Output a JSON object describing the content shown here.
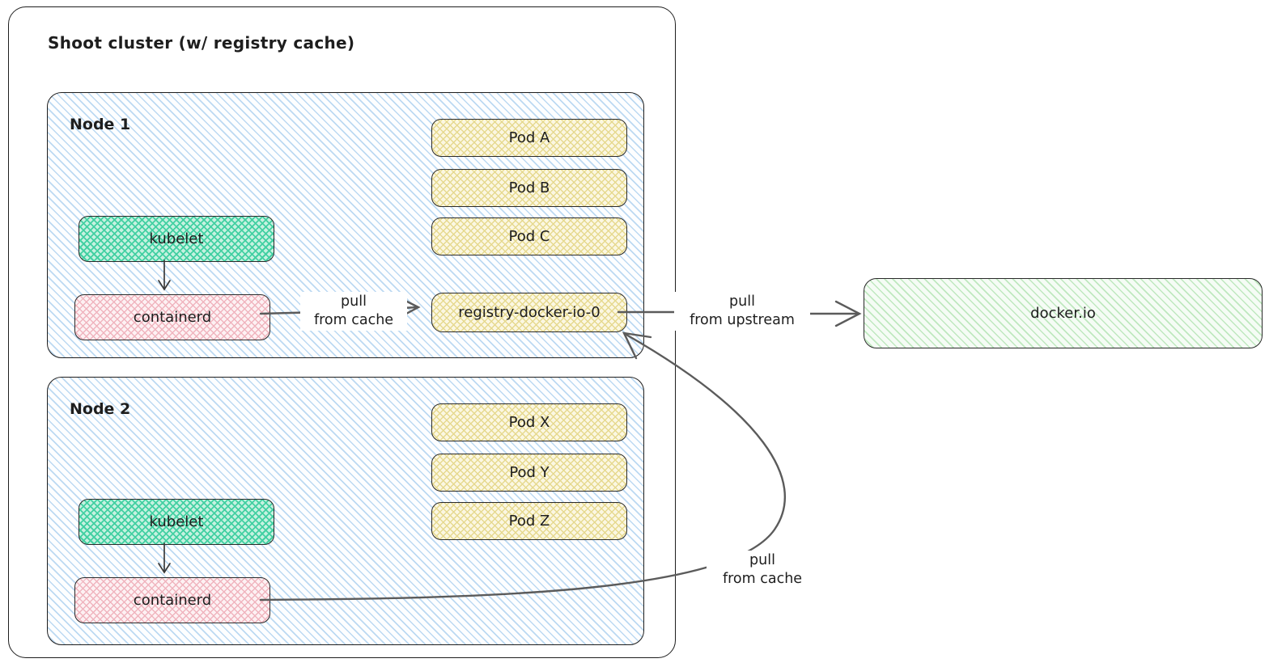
{
  "diagram": {
    "title": "Shoot cluster (w/ registry cache)",
    "nodes": [
      {
        "label": "Node 1",
        "components": {
          "kubelet": "kubelet",
          "containerd": "containerd"
        },
        "pods": [
          "Pod A",
          "Pod B",
          "Pod C"
        ]
      },
      {
        "label": "Node 2",
        "components": {
          "kubelet": "kubelet",
          "containerd": "containerd"
        },
        "pods": [
          "Pod X",
          "Pod Y",
          "Pod Z"
        ]
      }
    ],
    "registry": {
      "label": "registry-docker-io-0"
    },
    "upstream": {
      "label": "docker.io"
    },
    "edge_labels": {
      "cache1": {
        "line1": "pull",
        "line2": "from cache"
      },
      "upstream": {
        "line1": "pull",
        "line2": "from upstream"
      },
      "cache2": {
        "line1": "pull",
        "line2": "from cache"
      }
    },
    "colors": {
      "box_stroke": "#1e1e1e",
      "connector": "#5b5b5b",
      "node_hatch": "#bcd9f2",
      "kubelet_bg": "#c6f1e0",
      "kubelet_hatch": "#42d0a2",
      "containerd_bg": "#fdf1f3",
      "containerd_hatch": "#f0b4be",
      "pod_bg": "#fbf7e2",
      "pod_hatch": "#e6d98f",
      "upstream_bg": "#f5fcf5",
      "upstream_hatch": "#bfe8bf"
    }
  }
}
